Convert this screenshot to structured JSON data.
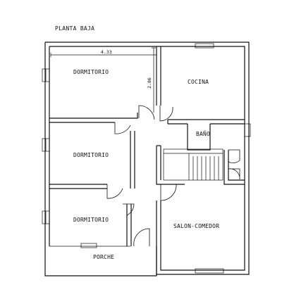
{
  "plan": {
    "title": "PLANTA BAJA",
    "rooms": {
      "dormitorio_1": "DORMITORIO",
      "dormitorio_2": "DORMITORIO",
      "dormitorio_3": "DORMITORIO",
      "cocina": "COCINA",
      "bano": "BAÑO",
      "salon": "SALON-COMEDOR",
      "porche": "PORCHE"
    },
    "dimensions": {
      "width": "4.33",
      "height": "2.86"
    }
  }
}
